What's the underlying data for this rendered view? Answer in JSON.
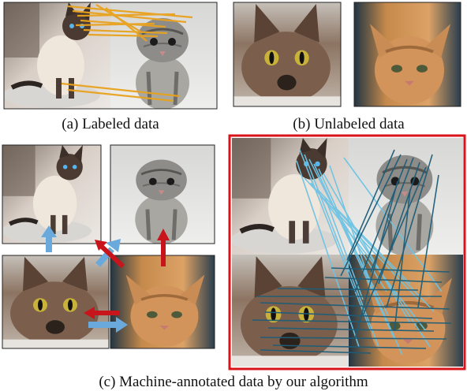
{
  "figure": {
    "captions": {
      "a": "(a) Labeled data",
      "b": "(b) Unlabeled data",
      "c": "(c) Machine-annotated data by our algorithm"
    },
    "images": {
      "siamese_cat": "photo: siamese cat",
      "tabby_kitten": "photo: gray tabby kitten",
      "brown_cat": "photo: brown cat",
      "orange_kitten": "photo: orange kitten"
    },
    "colors": {
      "orange_lines": "#e8a21d",
      "light_blue_lines": "#6ec3e4",
      "dark_blue_lines": "#1d5d78",
      "highlight_border": "#d9131a",
      "red_arrow": "#c8141b",
      "blue_arrow": "#6aa9db"
    }
  }
}
